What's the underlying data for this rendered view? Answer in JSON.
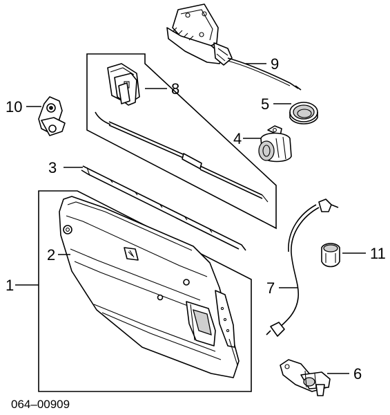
{
  "diagram": {
    "callouts": {
      "p1": "1",
      "p2": "2",
      "p3": "3",
      "p4": "4",
      "p5": "5",
      "p6": "6",
      "p7": "7",
      "p8": "8",
      "p9": "9",
      "p10": "10",
      "p11": "11"
    },
    "code": "064–00909"
  }
}
